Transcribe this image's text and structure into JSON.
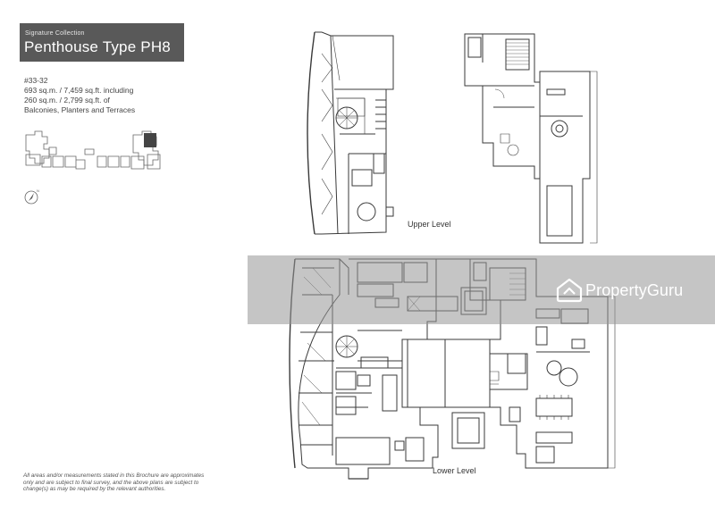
{
  "header": {
    "kicker": "Signature Collection",
    "title": "Penthouse Type PH8"
  },
  "unit": {
    "number": "#33-32",
    "line1": "693 sq.m. / 7,459 sq.ft. including",
    "line2": "260 sq.m. / 2,799 sq.ft. of",
    "line3": "Balconies, Planters and Terraces"
  },
  "plans": {
    "upper_label": "Upper Level",
    "lower_label": "Lower Level"
  },
  "disclaimer": "All areas and/or measurements stated in this Brochure are approximates only and are subject to final survey, and the above plans are subject to change(s) as may be required by the relevant authorities.",
  "watermark": {
    "brand": "PropertyGuru",
    "icon": "propertyguru-logo-icon"
  },
  "colors": {
    "title_bg": "#595959",
    "band": "#969696",
    "wall": "#3a3a3a"
  }
}
